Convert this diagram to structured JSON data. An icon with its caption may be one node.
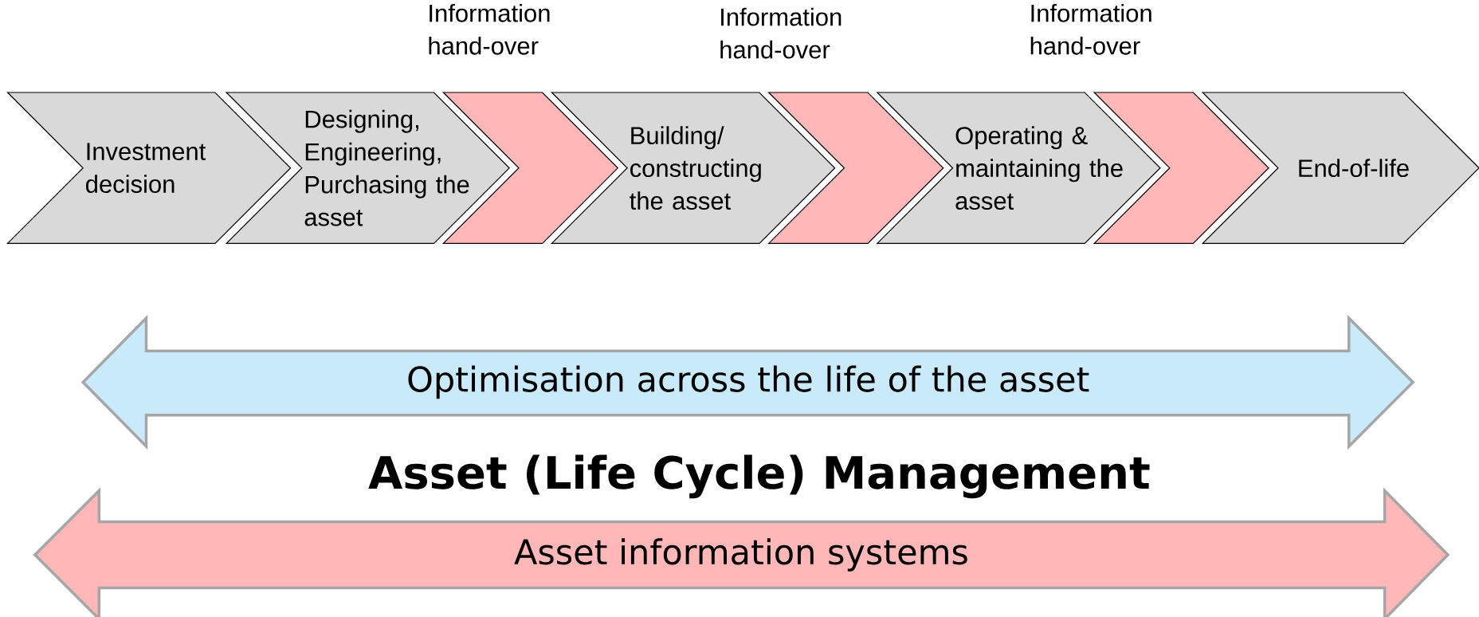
{
  "diagram": {
    "title": "Asset (Life Cycle) Management",
    "nodes": [
      {
        "text": [
          "Investment decision"
        ]
      },
      {
        "text": [
          "Designing, Engineering, Purchasing the asset"
        ]
      },
      {
        "text": [],
        "shape": "chevron",
        "beside": [
          "Information hand-over"
        ]
      },
      {
        "text": [
          "Building/ constructing the asset"
        ]
      },
      {
        "text": [],
        "shape": "chevron",
        "beside": [
          "Information hand-over"
        ]
      },
      {
        "text": [
          "Operating & maintaining the asset"
        ]
      },
      {
        "text": [],
        "shape": "chevron",
        "beside": [
          "Information hand-over"
        ]
      },
      {
        "text": [
          "End-of-life"
        ]
      },
      {
        "text": [
          "Optimisation across the life of the asset"
        ]
      },
      {
        "text": [
          "Asset information systems"
        ]
      }
    ]
  }
}
